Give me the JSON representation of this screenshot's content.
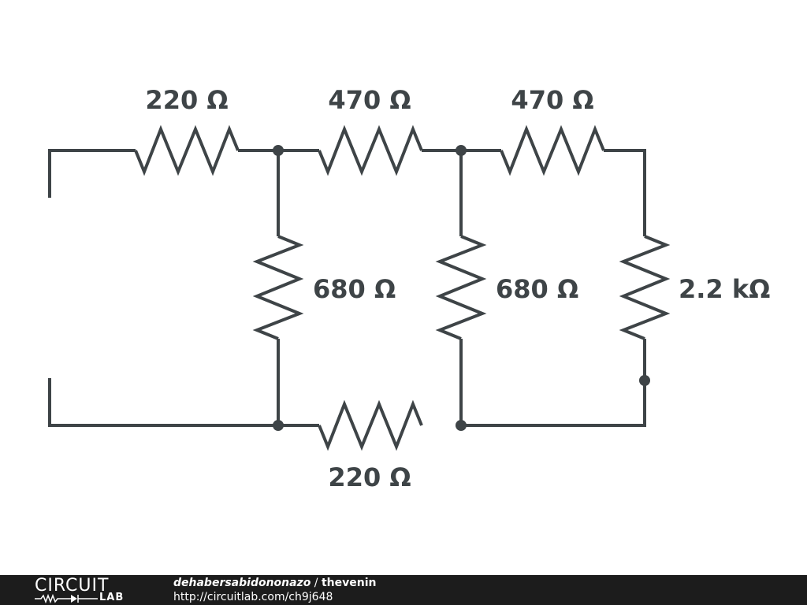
{
  "resistors": {
    "r_top1": "220 Ω",
    "r_top2": "470 Ω",
    "r_top3": "470 Ω",
    "r_mid1": "680 Ω",
    "r_mid2": "680 Ω",
    "r_right": "2.2 kΩ",
    "r_bottom": "220 Ω"
  },
  "footer": {
    "logo_top": "CIRCUIT",
    "logo_bottom": "LAB",
    "username": "dehabersabidononazo",
    "separator": " / ",
    "project": "thevenin",
    "url": "http://circuitlab.com/ch9j648"
  },
  "colors": {
    "wire": "#3e4447",
    "footer_bg": "#1c1c1c"
  }
}
